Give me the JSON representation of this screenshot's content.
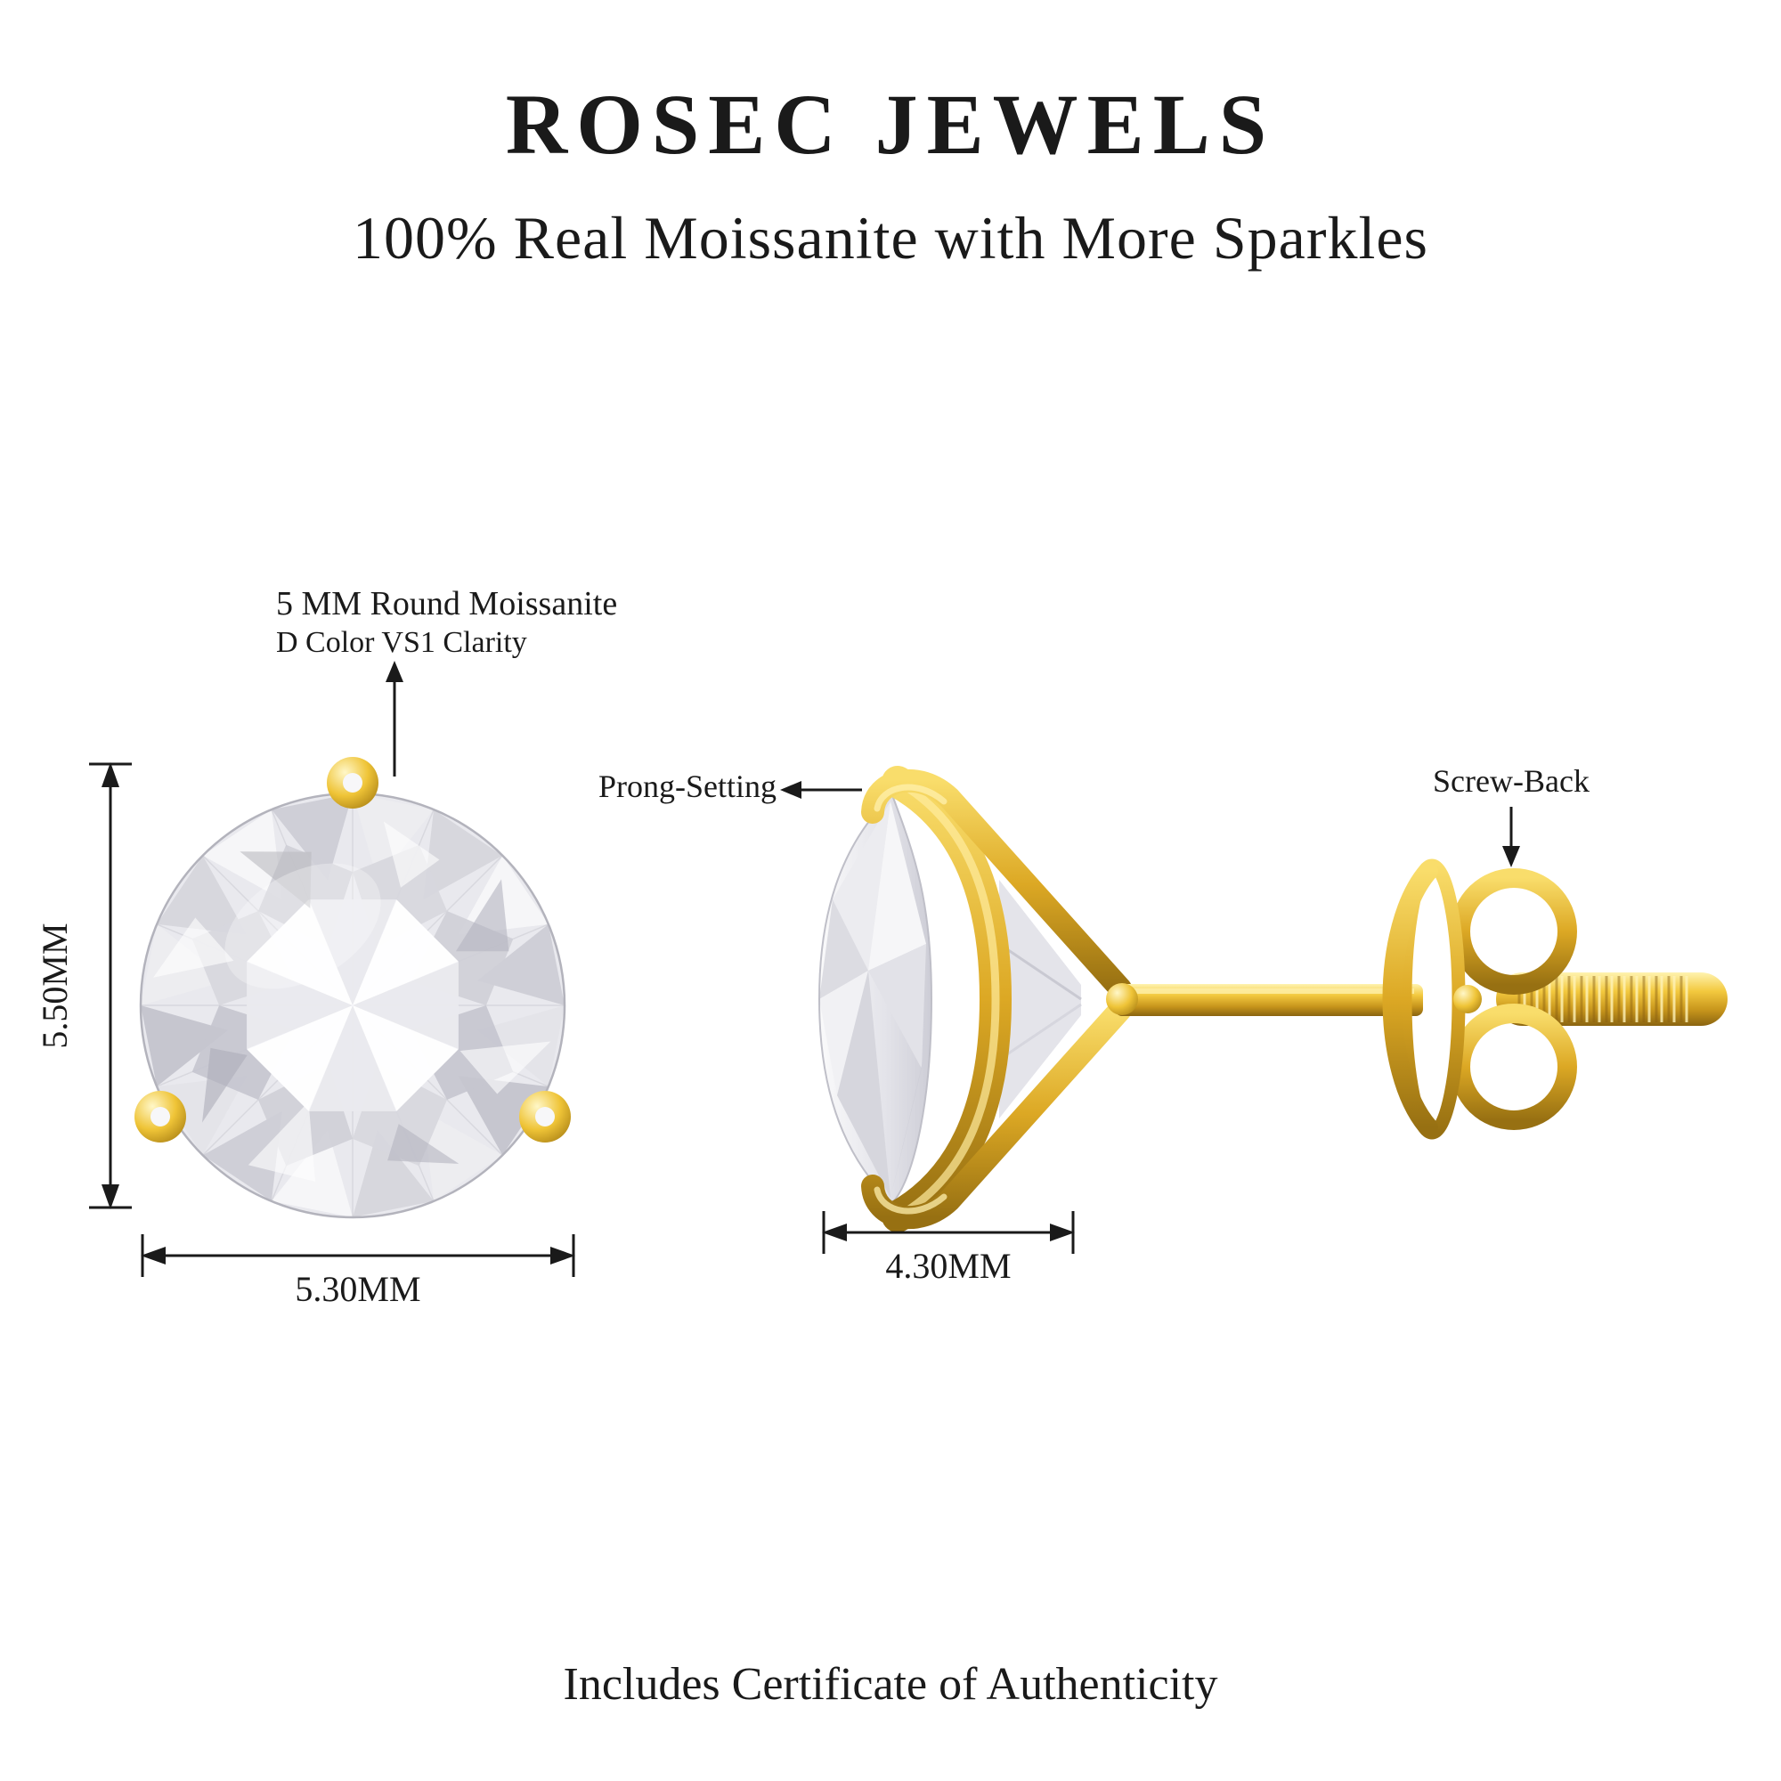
{
  "header": {
    "brand": "ROSEC JEWELS",
    "tagline": "100% Real Moissanite with More Sparkles"
  },
  "callouts": {
    "stone_line1": "5 MM Round Moissanite",
    "stone_line2": "D Color VS1 Clarity",
    "prong": "Prong-Setting",
    "screw": "Screw-Back"
  },
  "dimensions": {
    "front_height": "5.50MM",
    "front_width": "5.30MM",
    "side_width": "4.30MM"
  },
  "footer": {
    "certificate": "Includes Certificate of Authenticity"
  },
  "colors": {
    "gold": "#D9A521",
    "gold_light": "#FFF3B0",
    "gold_dark": "#8A6410",
    "stone_gray": "#d8d8de",
    "ink": "#1a1a1a"
  }
}
